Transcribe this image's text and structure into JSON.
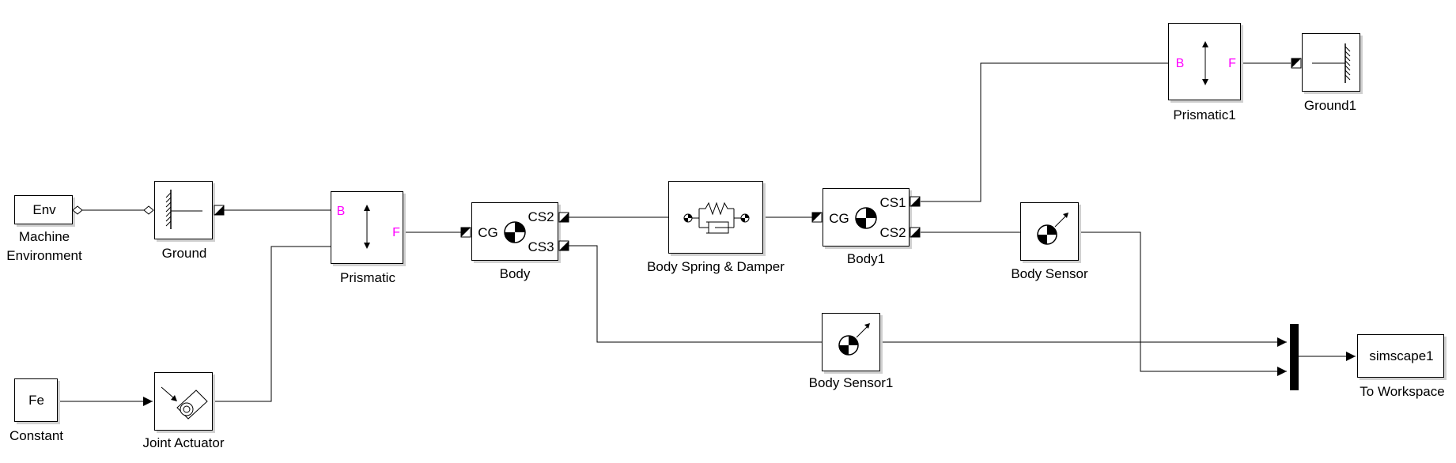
{
  "colors": {
    "line": "#000000",
    "port_label": "#ff00ff",
    "shadow": "#d0d0d0",
    "block_fill": "#ffffff"
  },
  "blocks": {
    "env": {
      "text": "Env",
      "label_line1": "Machine",
      "label_line2": "Environment"
    },
    "ground": {
      "label": "Ground",
      "icon": "ground-icon"
    },
    "prismatic": {
      "label": "Prismatic",
      "port_b": "B",
      "port_f": "F",
      "icon": "double-arrow-icon"
    },
    "body": {
      "label": "Body",
      "port_cg": "CG",
      "port_cs2": "CS2",
      "port_cs3": "CS3",
      "icon": "center-of-gravity-icon"
    },
    "spring_damper": {
      "label": "Body Spring & Damper",
      "icon": "spring-damper-icon"
    },
    "body1": {
      "label": "Body1",
      "port_cg": "CG",
      "port_cs1": "CS1",
      "port_cs2": "CS2",
      "icon": "center-of-gravity-icon"
    },
    "prismatic1": {
      "label": "Prismatic1",
      "port_b": "B",
      "port_f": "F",
      "icon": "double-arrow-icon"
    },
    "ground1": {
      "label": "Ground1",
      "icon": "ground-icon"
    },
    "body_sensor": {
      "label": "Body Sensor",
      "icon": "sensor-icon"
    },
    "body_sensor1": {
      "label": "Body Sensor1",
      "icon": "sensor-icon"
    },
    "constant": {
      "text": "Fe",
      "label": "Constant"
    },
    "joint_actuator": {
      "label": "Joint Actuator",
      "icon": "actuator-icon"
    },
    "mux": {
      "icon": "mux-bar"
    },
    "to_workspace": {
      "text": "simscape1",
      "label": "To Workspace"
    }
  }
}
